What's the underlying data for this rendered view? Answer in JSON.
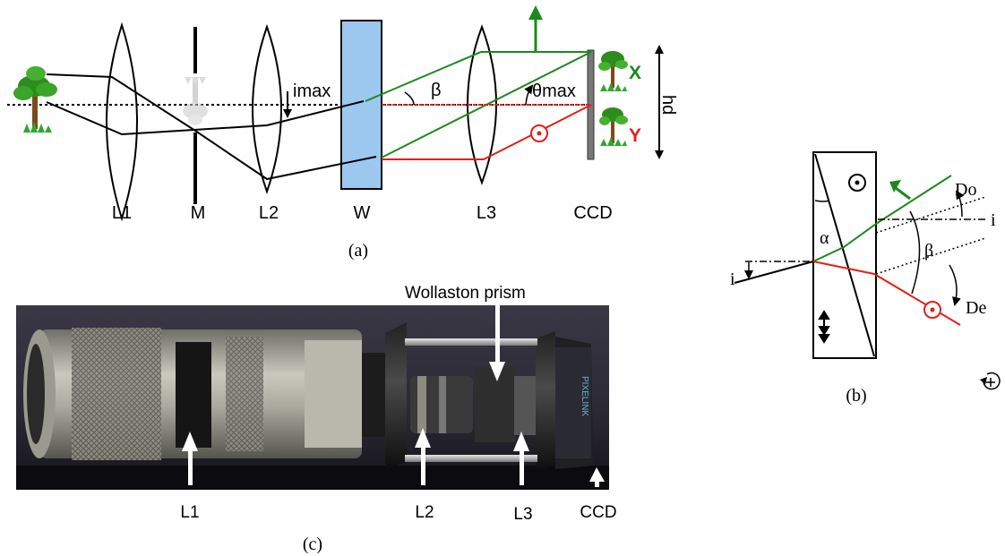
{
  "panel_a": {
    "caption": "(a)",
    "labels": {
      "l1": "L1",
      "m": "M",
      "l2": "L2",
      "w": "W",
      "l3": "L3",
      "ccd": "CCD",
      "imax": "imax",
      "beta": "β",
      "theta_max": "θmax",
      "x": "X",
      "y": "Y",
      "hd": "hd"
    },
    "colors": {
      "ordinary_ray": "#1a8a1a",
      "extraordinary_ray": "#e0201a",
      "wollaston": "#9cc8f0"
    }
  },
  "panel_b": {
    "caption": "(b)",
    "labels": {
      "alpha": "α",
      "beta": "β",
      "i_in": "i",
      "i_out": "i",
      "do": "Do",
      "de": "De"
    }
  },
  "panel_c": {
    "caption": "(c)",
    "labels": {
      "wollaston": "Wollaston prism",
      "l1": "L1",
      "l2": "L2",
      "l3": "L3",
      "ccd": "CCD"
    }
  }
}
